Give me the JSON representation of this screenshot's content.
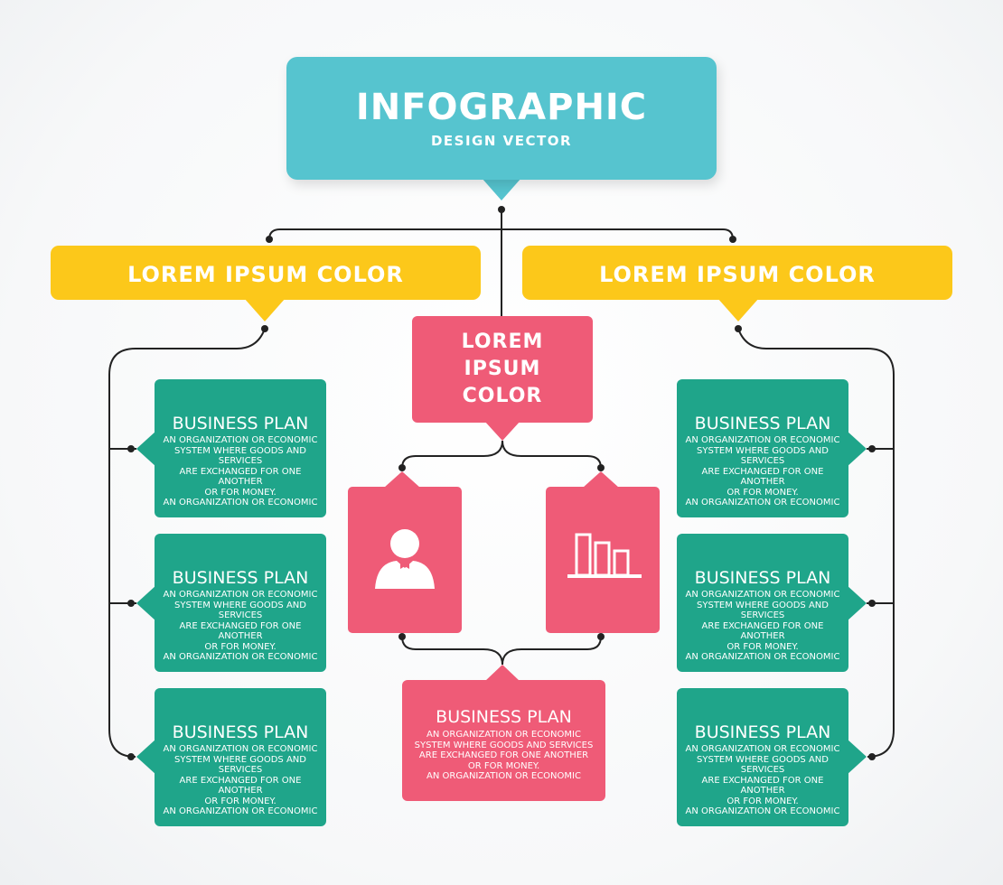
{
  "title": {
    "main": "INFOGRAPHIC",
    "sub": "DESIGN VECTOR"
  },
  "branches": {
    "left_label": "LOREM IPSUM COLOR",
    "right_label": "LOREM IPSUM COLOR",
    "center_lines": [
      "LOREM",
      "IPSUM",
      "COLOR"
    ]
  },
  "cards": [
    {
      "title": "BUSINESS PLAN",
      "body": [
        "AN ORGANIZATION OR ECONOMIC",
        "SYSTEM WHERE GOODS AND SERVICES",
        "ARE EXCHANGED FOR ONE ANOTHER",
        "OR FOR MONEY.",
        "AN ORGANIZATION OR ECONOMIC"
      ]
    },
    {
      "title": "BUSINESS PLAN",
      "body": [
        "AN ORGANIZATION OR ECONOMIC",
        "SYSTEM WHERE GOODS AND SERVICES",
        "ARE EXCHANGED FOR ONE ANOTHER",
        "OR FOR MONEY.",
        "AN ORGANIZATION OR ECONOMIC"
      ]
    },
    {
      "title": "BUSINESS PLAN",
      "body": [
        "AN ORGANIZATION OR ECONOMIC",
        "SYSTEM WHERE GOODS AND SERVICES",
        "ARE EXCHANGED FOR ONE ANOTHER",
        "OR FOR MONEY.",
        "AN ORGANIZATION OR ECONOMIC"
      ]
    },
    {
      "title": "BUSINESS PLAN",
      "body": [
        "AN ORGANIZATION OR ECONOMIC",
        "SYSTEM WHERE GOODS AND SERVICES",
        "ARE EXCHANGED FOR ONE ANOTHER",
        "OR FOR MONEY.",
        "AN ORGANIZATION OR ECONOMIC"
      ]
    },
    {
      "title": "BUSINESS PLAN",
      "body": [
        "AN ORGANIZATION OR ECONOMIC",
        "SYSTEM WHERE GOODS AND SERVICES",
        "ARE EXCHANGED FOR ONE ANOTHER",
        "OR FOR MONEY.",
        "AN ORGANIZATION OR ECONOMIC"
      ]
    },
    {
      "title": "BUSINESS PLAN",
      "body": [
        "AN ORGANIZATION OR ECONOMIC",
        "SYSTEM WHERE GOODS AND SERVICES",
        "ARE EXCHANGED FOR ONE ANOTHER",
        "OR FOR MONEY.",
        "AN ORGANIZATION OR ECONOMIC"
      ]
    },
    {
      "title": "BUSINESS PLAN",
      "body": [
        "AN ORGANIZATION OR ECONOMIC",
        "SYSTEM WHERE GOODS AND SERVICES",
        "ARE EXCHANGED FOR ONE ANOTHER",
        "OR FOR MONEY.",
        "AN ORGANIZATION OR ECONOMIC"
      ]
    }
  ],
  "icons": {
    "left": "person-icon",
    "right": "bar-chart-icon"
  },
  "colors": {
    "title": "#56c4cf",
    "branch": "#fcc81a",
    "center": "#ef5b77",
    "card": "#1fa58a",
    "line": "#222222"
  }
}
